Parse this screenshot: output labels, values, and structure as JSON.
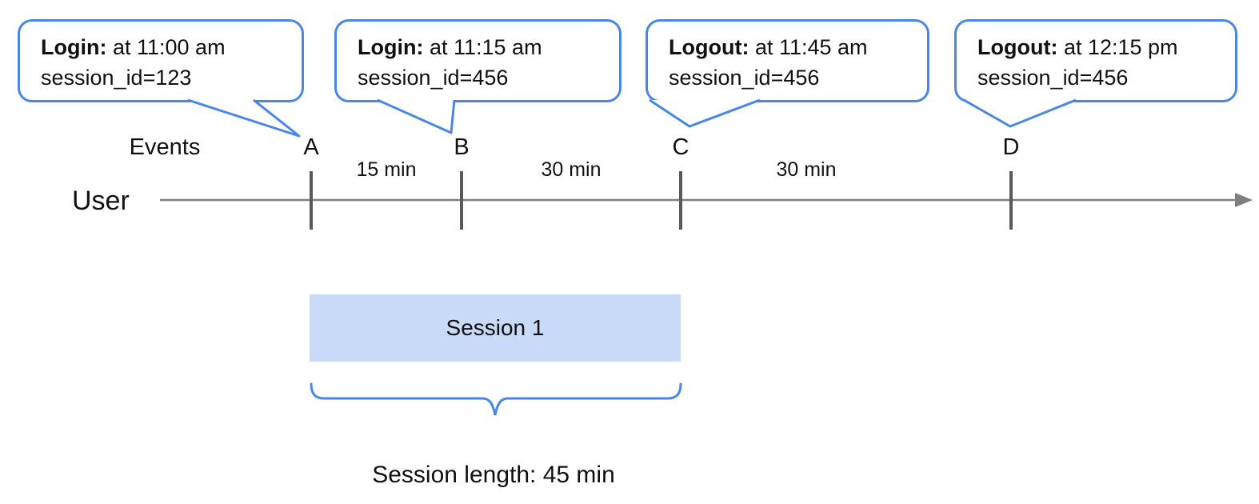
{
  "colors": {
    "accent_blue": "#4a86e8",
    "session_fill": "#c9daf8",
    "axis_gray": "#7f7f7f",
    "tick_gray": "#595959",
    "text": "#111111"
  },
  "callouts": [
    {
      "title": "Login:",
      "time": " at 11:00 am",
      "session": "session_id=123",
      "points_to": "A"
    },
    {
      "title": "Login:",
      "time": " at 11:15 am",
      "session": "session_id=456",
      "points_to": "B"
    },
    {
      "title": "Logout:",
      "time": " at 11:45 am",
      "session": "session_id=456",
      "points_to": "C"
    },
    {
      "title": "Logout:",
      "time": " at 12:15 pm",
      "session": "session_id=456",
      "points_to": "D"
    }
  ],
  "timeline": {
    "axis_label": "User",
    "events_label": "Events",
    "events": [
      {
        "letter": "A"
      },
      {
        "letter": "B"
      },
      {
        "letter": "C"
      },
      {
        "letter": "D"
      }
    ],
    "intervals": [
      {
        "label": "15 min",
        "between": "A-B"
      },
      {
        "label": "30 min",
        "between": "B-C"
      },
      {
        "label": "30 min",
        "between": "C-D"
      }
    ]
  },
  "session": {
    "label": "Session 1",
    "spans": "A-C",
    "length_label": "Session length: 45 min"
  }
}
